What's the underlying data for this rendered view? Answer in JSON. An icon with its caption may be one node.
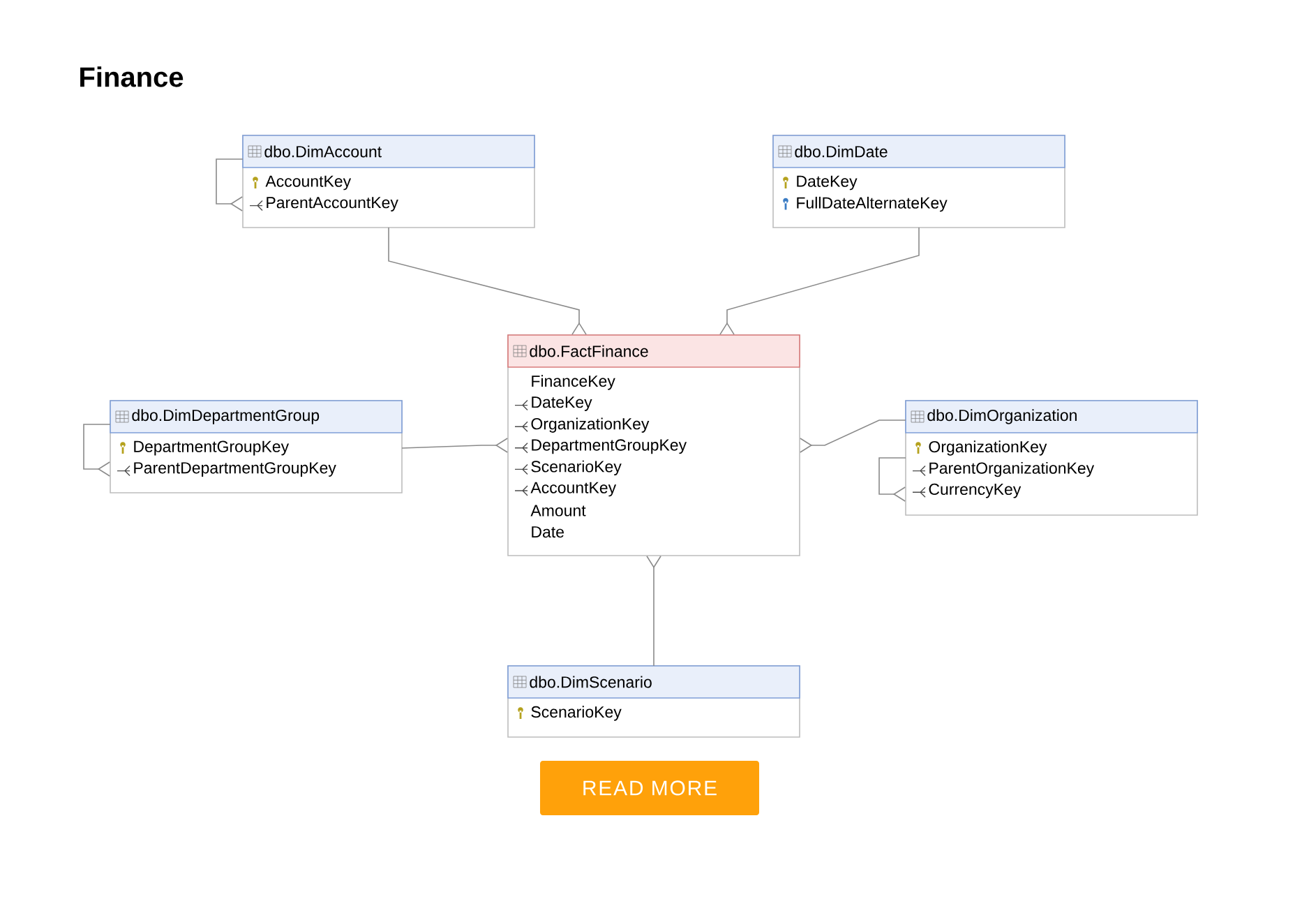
{
  "diagram": {
    "title": "Finance",
    "nodes": [
      {
        "text": [
          "dbo.DimAccount",
          "AccountKey",
          "ParentAccountKey"
        ]
      },
      {
        "text": [
          "dbo.DimDate",
          "DateKey",
          "FullDateAlternateKey"
        ]
      },
      {
        "text": [
          "dbo.FactFinance",
          "FinanceKey",
          "DateKey",
          "OrganizationKey",
          "DepartmentGroupKey",
          "ScenarioKey",
          "AccountKey",
          "Amount",
          "Date"
        ]
      },
      {
        "text": [
          "dbo.DimDepartmentGroup",
          "DepartmentGroupKey",
          "ParentDepartmentGroupKey"
        ]
      },
      {
        "text": [
          "dbo.DimOrganization",
          "OrganizationKey",
          "ParentOrganizationKey",
          "CurrencyKey"
        ]
      },
      {
        "text": [
          "dbo.DimScenario",
          "ScenarioKey"
        ]
      },
      {
        "text": [
          "READ MORE"
        ]
      }
    ],
    "edges": [
      {
        "from": 0,
        "to": 0,
        "arrow": "other"
      },
      {
        "from": 0,
        "to": 2,
        "arrow": "other"
      },
      {
        "from": 1,
        "to": 2,
        "arrow": "other"
      },
      {
        "from": 3,
        "to": 3,
        "arrow": "other"
      },
      {
        "from": 3,
        "to": 2,
        "arrow": "other"
      },
      {
        "from": 4,
        "to": 2,
        "arrow": "other"
      },
      {
        "from": 4,
        "to": 4,
        "arrow": "other"
      },
      {
        "from": 5,
        "to": 2,
        "arrow": "other"
      }
    ]
  }
}
